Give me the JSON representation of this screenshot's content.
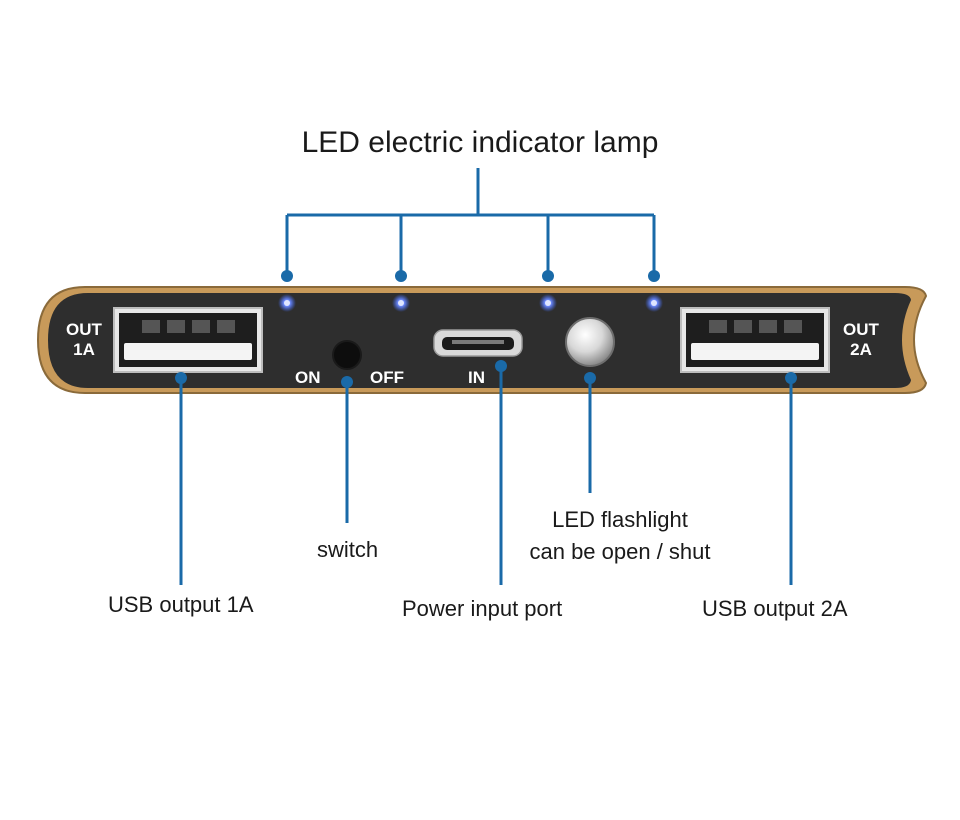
{
  "title": "LED electric indicator lamp",
  "panel": {
    "out_left_line1": "OUT",
    "out_left_line2": "1A",
    "out_right_line1": "OUT",
    "out_right_line2": "2A",
    "on_label": "ON",
    "off_label": "OFF",
    "in_label": "IN"
  },
  "callouts": {
    "usb_1a": "USB output 1A",
    "switch": "switch",
    "power_input": "Power input port",
    "flashlight_line1": "LED flashlight",
    "flashlight_line2": "can be open / shut",
    "usb_2a": "USB output 2A"
  },
  "colors": {
    "casing": "#c89a5a",
    "panel": "#2e2e2e",
    "leader": "#1a6aa8",
    "indicator_led": "#3f6bff"
  }
}
